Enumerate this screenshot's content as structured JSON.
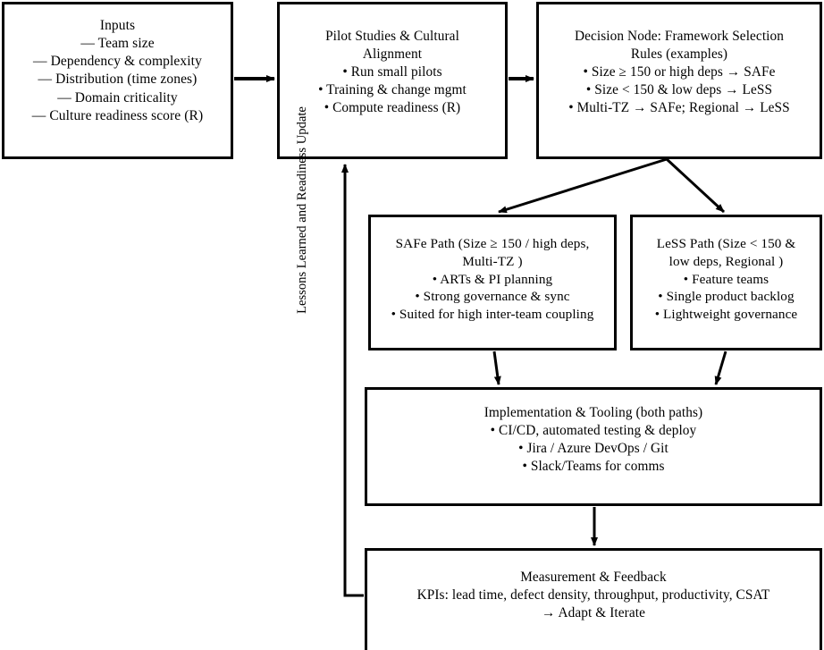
{
  "diagram": {
    "title": "Framework Selection and Adoption Flowchart",
    "background_color": "#ffffff",
    "line_color": "#000000",
    "nodes": {
      "inputs": {
        "name": "Inputs",
        "lines": [
          "Inputs",
          "— Team size",
          "— Dependency & complexity",
          "— Distribution (time zones)",
          "— Domain criticality",
          "— Culture readiness score (R)"
        ]
      },
      "pilot": {
        "name": "Pilot Studies & Cultural Alignment",
        "lines": [
          "Pilot Studies & Cultural",
          "Alignment",
          "• Run small pilots",
          "• Training & change mgmt",
          "• Compute readiness (R)"
        ]
      },
      "decision": {
        "name": "Decision Node: Framework Selection",
        "lines": [
          "Decision Node: Framework Selection",
          "Rules (examples)",
          "• Size ≥ 150 or high deps → SAFe",
          "• Size < 150 & low deps → LeSS",
          "• Multi-TZ → SAFe; Regional → LeSS"
        ]
      },
      "safe_path": {
        "name": "SAFe Path",
        "lines": [
          "SAFe Path (Size ≥ 150 / high deps,",
          "Multi-TZ )",
          "• ARTs & PI planning",
          "• Strong governance & sync",
          "• Suited for high inter-team coupling"
        ]
      },
      "less_path": {
        "name": "LeSS Path",
        "lines": [
          "LeSS Path (Size < 150 &",
          "low deps, Regional )",
          "• Feature teams",
          "• Single product backlog",
          "• Lightweight governance"
        ]
      },
      "implementation": {
        "name": "Implementation & Tooling",
        "lines": [
          "Implementation & Tooling (both paths)",
          "• CI/CD, automated testing & deploy",
          "• Jira / Azure DevOps / Git",
          "• Slack/Teams for comms"
        ]
      },
      "measurement": {
        "name": "Measurement & Feedback",
        "lines": [
          "Measurement & Feedback",
          "KPIs: lead time, defect density, throughput, productivity, CSAT",
          "→ Adapt & Iterate"
        ]
      }
    },
    "edges": {
      "feedback_label": "Lessons Learned and Readiness Update"
    }
  }
}
